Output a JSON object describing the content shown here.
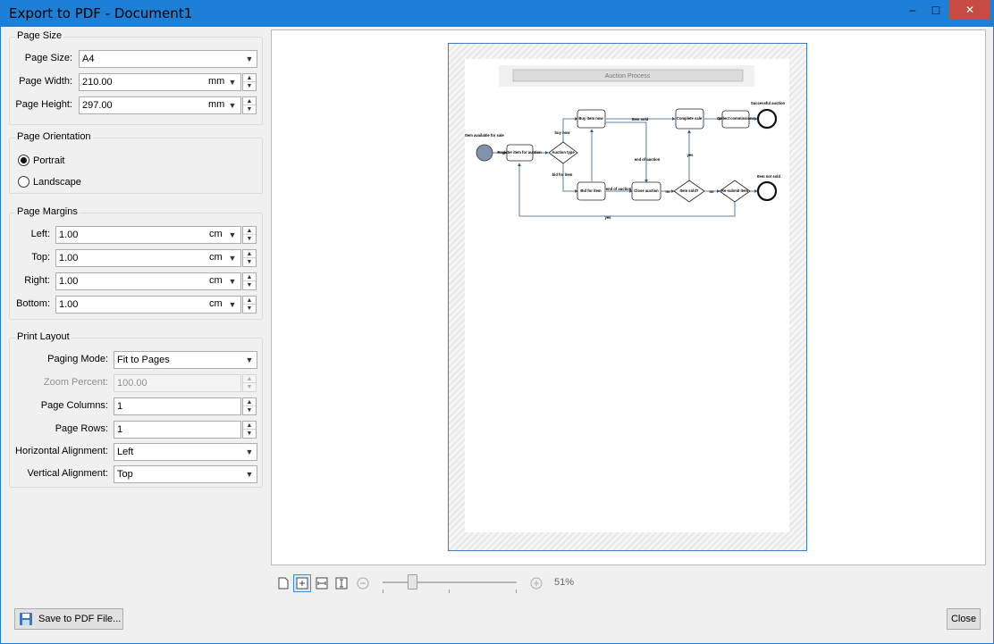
{
  "window": {
    "title": "Export to PDF - Document1",
    "minimize": "–",
    "maximize": "□",
    "close": "✕"
  },
  "page_size": {
    "group": "Page Size",
    "size_label": "Page Size:",
    "size_value": "A4",
    "width_label": "Page Width:",
    "width_value": "210.00",
    "width_unit": "mm",
    "height_label": "Page Height:",
    "height_value": "297.00",
    "height_unit": "mm"
  },
  "orientation": {
    "group": "Page Orientation",
    "portrait": "Portrait",
    "landscape": "Landscape",
    "selected": "Portrait"
  },
  "margins": {
    "group": "Page Margins",
    "left_label": "Left:",
    "left_value": "1.00",
    "left_unit": "cm",
    "top_label": "Top:",
    "top_value": "1.00",
    "top_unit": "cm",
    "right_label": "Right:",
    "right_value": "1.00",
    "right_unit": "cm",
    "bottom_label": "Bottom:",
    "bottom_value": "1.00",
    "bottom_unit": "cm"
  },
  "print_layout": {
    "group": "Print Layout",
    "paging_label": "Paging Mode:",
    "paging_value": "Fit to Pages",
    "zoom_label": "Zoom Percent:",
    "zoom_value": "100.00",
    "columns_label": "Page Columns:",
    "columns_value": "1",
    "rows_label": "Page Rows:",
    "rows_value": "1",
    "halign_label": "Horizontal Alignment:",
    "halign_value": "Left",
    "valign_label": "Vertical Alignment:",
    "valign_value": "Top"
  },
  "diagram": {
    "title": "Auction Process",
    "start_label": "Item available for sale",
    "register": "Register item for auction",
    "auction_type": "Auction type",
    "buy_now_edge": "buy now",
    "bid_edge": "bid for item",
    "buy_item_now": "Buy item now",
    "bid_for_item": "Bid for item",
    "item_sold_edge": "Item sold",
    "end_auction_edge": "end of auction",
    "end_auction_edge2": "end of auction",
    "complete_sale": "Complete sale",
    "collect": "Collect commissions",
    "successful": "Successful auction",
    "close_auction": "Close auction",
    "item_sold_q": "Item sold?",
    "no1": "no",
    "no2": "no",
    "yes1": "yes",
    "yes2": "yes",
    "resubmit": "Re-submit item",
    "not_sold": "Item not sold"
  },
  "zoom": {
    "percent": "51%",
    "level": 0.51
  },
  "buttons": {
    "save": "Save to PDF File...",
    "close": "Close"
  },
  "colors": {
    "titlebar": "#1e7fd6",
    "close": "#c74a43",
    "accent": "#3c7cc9",
    "node_stroke": "#222222",
    "edge": "#2f5d8c",
    "start_fill": "#7f93ad"
  }
}
